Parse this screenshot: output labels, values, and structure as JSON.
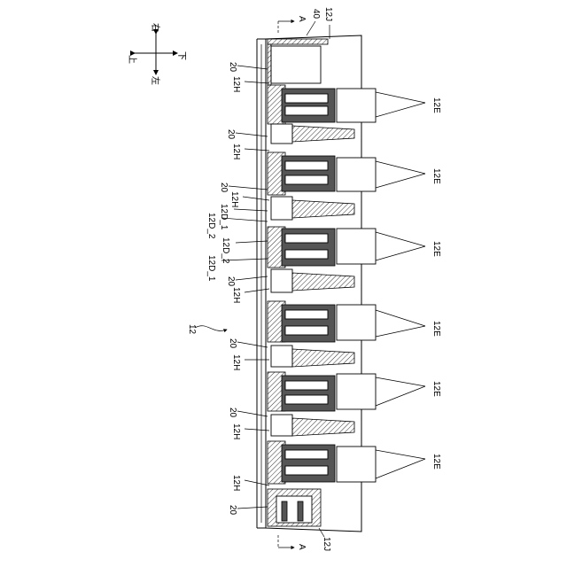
{
  "figure": {
    "ref_main": "12",
    "compass": {
      "up": "上",
      "down": "下",
      "left": "左",
      "right": "右"
    },
    "top": {
      "section": "A",
      "ref40": "40",
      "ref12J": "12J"
    },
    "bottom": {
      "section": "A",
      "ref12J": "12J"
    },
    "labels": {
      "20": "20",
      "12H": "12H",
      "12E": "12E",
      "12D_1": "12D_1",
      "12D_2": "12D_2"
    }
  }
}
